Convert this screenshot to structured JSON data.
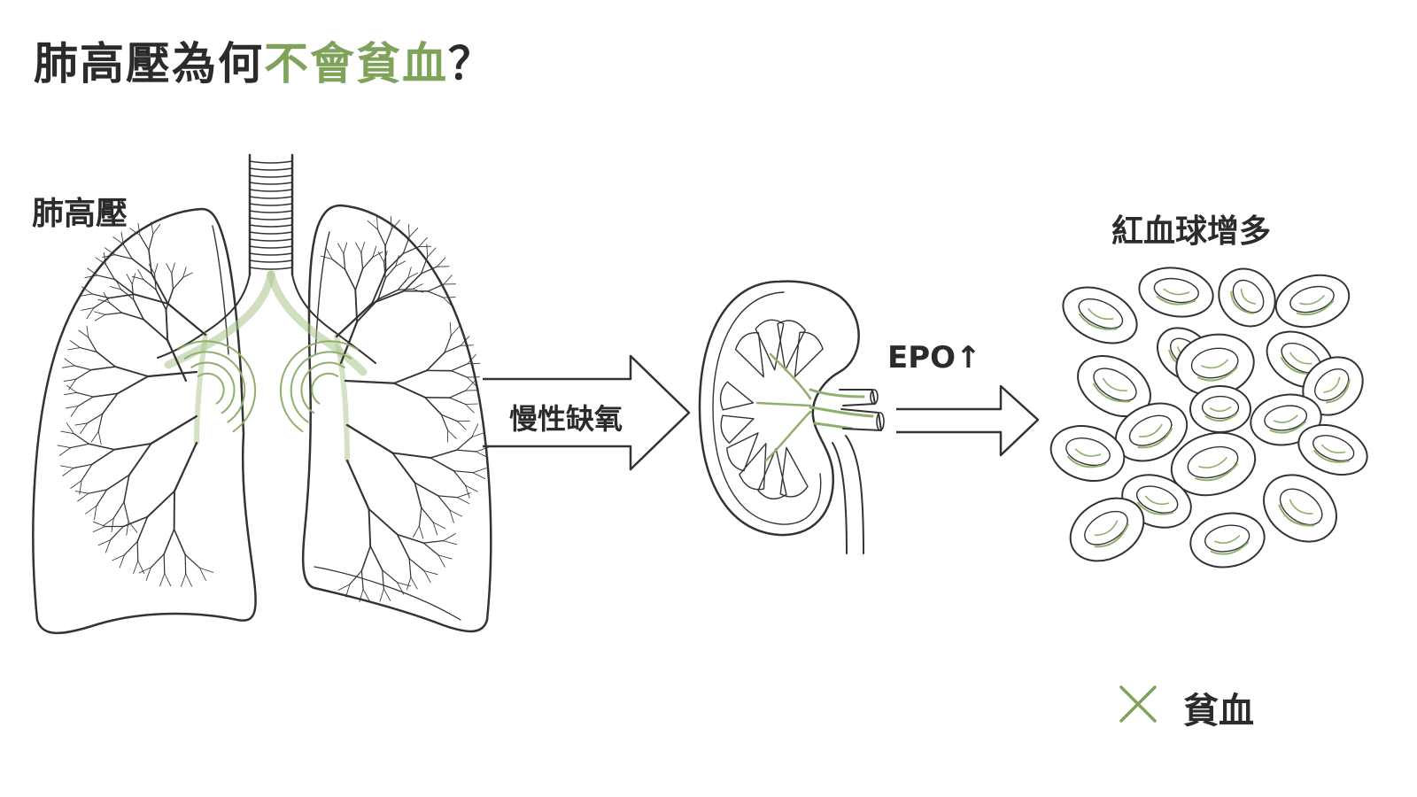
{
  "title": {
    "prefix": "肺高壓為何",
    "highlight": "不會貧血",
    "suffix": "？"
  },
  "labels": {
    "lung": "肺高壓",
    "hypoxia": "慢性缺氧",
    "epo": "EPO↑",
    "rbc": "紅血球增多",
    "anemia": "貧血"
  },
  "icons": {
    "lungs": "lungs-illustration",
    "kidney": "kidney-illustration",
    "rbc": "red-blood-cells-illustration",
    "negation": "cross-mark-icon"
  },
  "colors": {
    "accent": "#7fa35a",
    "ink": "#2b2b2b",
    "line": "#333333"
  }
}
